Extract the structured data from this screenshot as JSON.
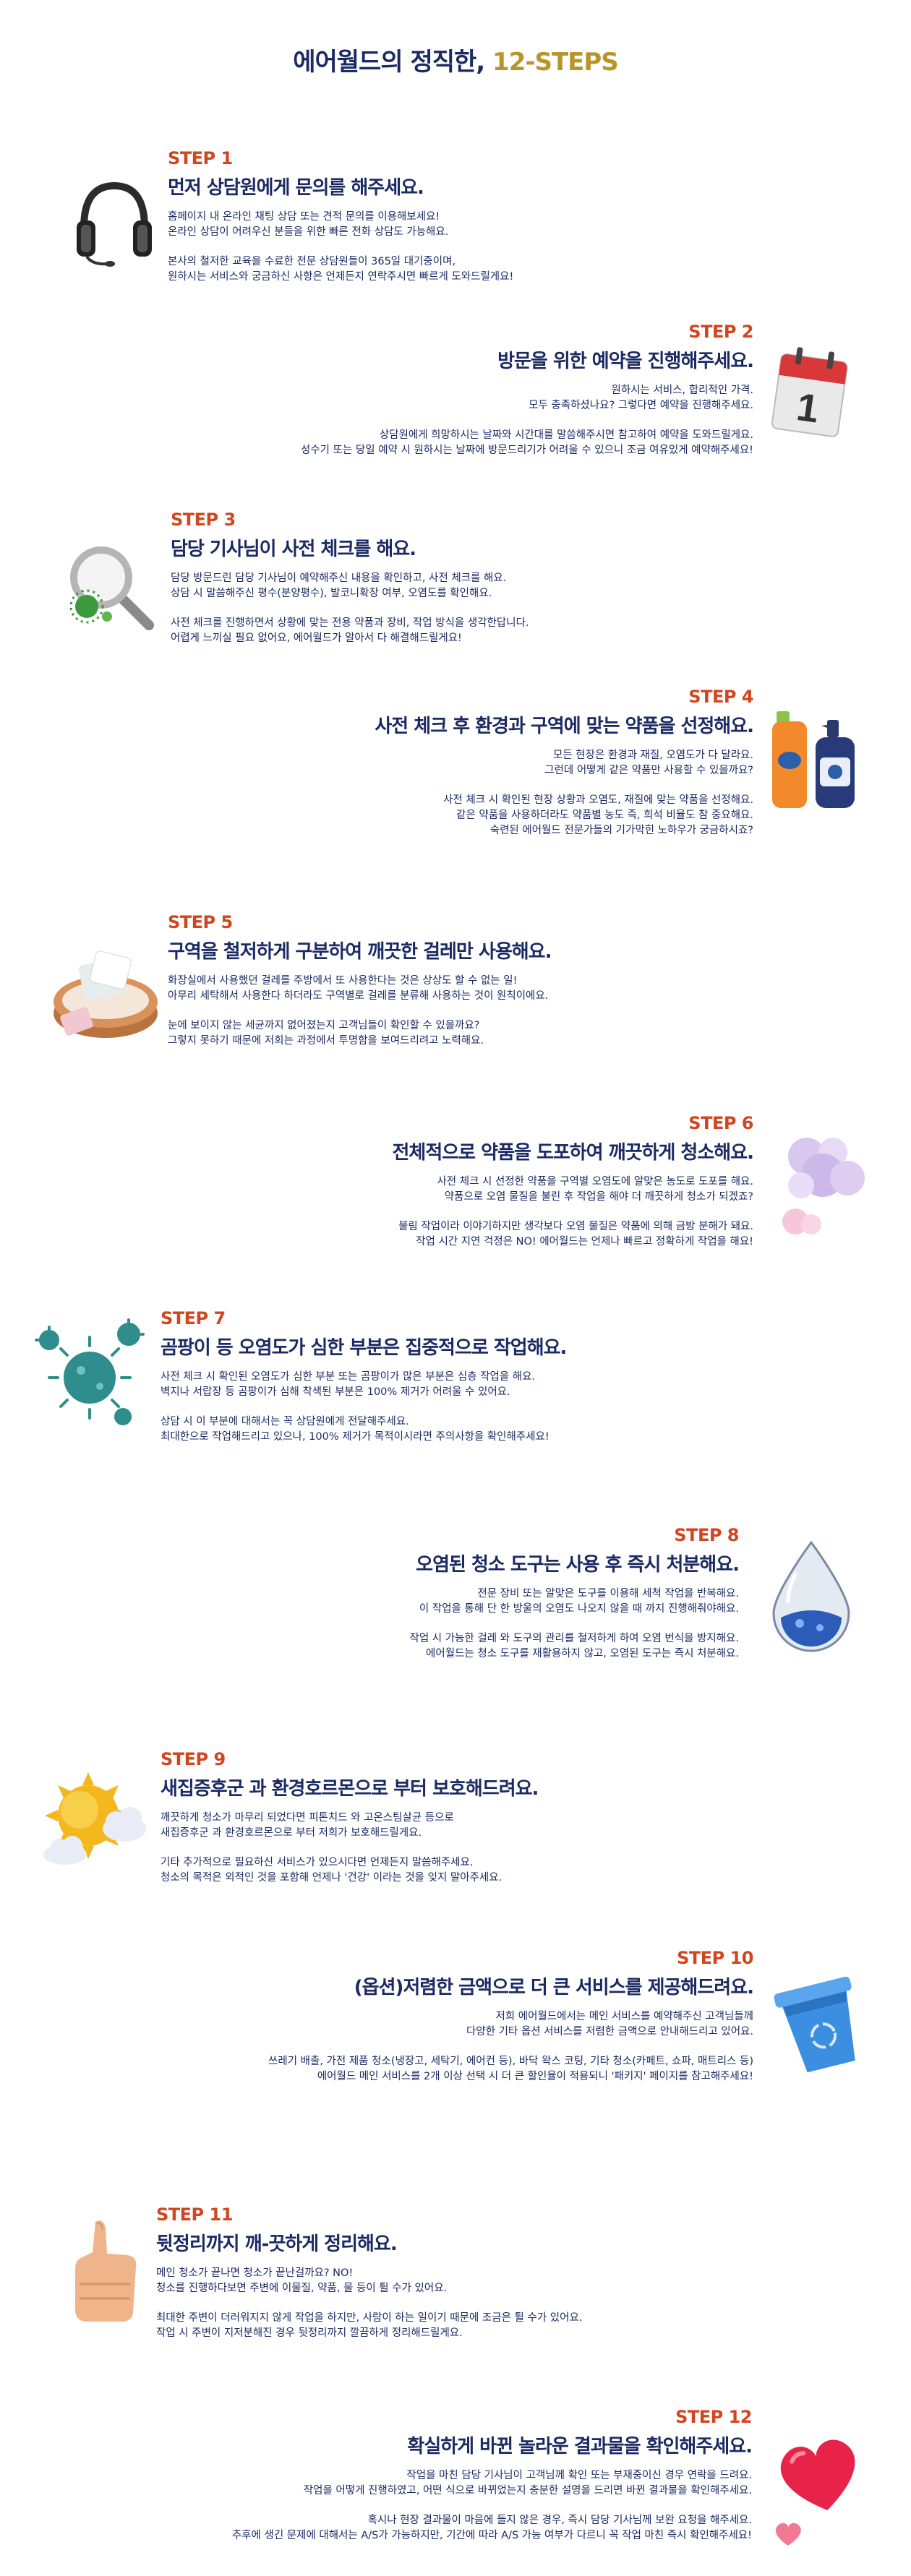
{
  "title": {
    "prefix": "에어월드의 정직한, ",
    "accent": "12-STEPS"
  },
  "steps": [
    {
      "label": "STEP 1",
      "heading": "먼저 상담원에게 문의를 해주세요.",
      "icon": "headset-icon",
      "paras": [
        [
          "홈페이지 내 온라인 채팅 상담 또는 견적 문의를 이용해보세요!",
          "온라인 상담이 어려우신 분들을 위한 빠른 전화 상담도 가능해요."
        ],
        [
          "본사의 철저한 교육을 수료한 전문 상담원들이 365일 대기중이며,",
          "원하시는 서비스와 궁금하신 사항은 언제든지 연락주시면 빠르게 도와드릴게요!"
        ]
      ]
    },
    {
      "label": "STEP 2",
      "heading": "방문을 위한 예약을 진행해주세요.",
      "icon": "calendar-icon",
      "paras": [
        [
          "원하시는 서비스, 합리적인 가격.",
          "모두 충족하셨나요? 그렇다면 예약을 진행해주세요."
        ],
        [
          "상담원에게 희망하시는 날짜와 시간대를 말씀해주시면 참고하여 예약을 도와드릴게요.",
          "성수기 또는 당일 예약 시 원하시는 날짜에 방문드리기가 어려울 수 있으니 조금 여유있게 예약해주세요!"
        ]
      ]
    },
    {
      "label": "STEP 3",
      "heading": "담당 기사님이 사전 체크를 해요.",
      "icon": "magnifier-icon",
      "paras": [
        [
          "담당 방문드린 담당 기사님이 예약해주신 내용을 확인하고, 사전 체크를 해요.",
          "상담 시 말씀해주신 평수(분양평수), 발코니확장 여부, 오염도를 확인해요."
        ],
        [
          "사전 체크를 진행하면서 상황에 맞는 전용 약품과 장비, 작업 방식을 생각한답니다.",
          "어렵게 느끼실 필요 없어요, 에어월드가 알아서 다 해결해드릴게요!"
        ]
      ]
    },
    {
      "label": "STEP 4",
      "heading": "사전 체크 후 환경과 구역에 맞는 약품을 선정해요.",
      "icon": "detergent-bottles-icon",
      "paras": [
        [
          "모든 현장은 환경과 재질, 오염도가 다 달라요.",
          "그런데 어떻게 같은 약품만 사용할 수 있을까요?"
        ],
        [
          "사전 체크 시 확인된 현장 상황과 오염도, 재질에 맞는 약품을 선정해요.",
          "같은 약품을 사용하더라도 약품별 농도 즉, 희석 비율도 참 중요해요.",
          "숙련된 에어월드 전문가들의 기가막힌 노하우가 궁금하시죠?"
        ]
      ]
    },
    {
      "label": "STEP 5",
      "heading": "구역을 철저하게 구분하여 깨끗한 걸레만 사용해요.",
      "icon": "cloth-basket-icon",
      "paras": [
        [
          "화장실에서 사용했던 걸레를 주방에서 또 사용한다는 것은 상상도 할 수 없는 일!",
          "아무리 세탁해서 사용한다 하더라도 구역별로 걸레를 분류해 사용하는 것이 원칙이에요."
        ],
        [
          "눈에 보이지 않는 세균까지 없어졌는지 고객님들이 확인할 수 있을까요?",
          "그렇지 못하기 때문에 저희는 과정에서 투명함을 보여드리려고 노력해요."
        ]
      ]
    },
    {
      "label": "STEP 6",
      "heading": "전체적으로 약품을 도포하여 깨끗하게 청소해요.",
      "icon": "foam-bubbles-icon",
      "paras": [
        [
          "사전 체크 시 선정한 약품을 구역별 오염도에 알맞은 농도로 도포를 해요.",
          "약품으로 오염 물질을 불린 후 작업을 해야 더 깨끗하게 청소가 되겠죠?"
        ],
        [
          "불림 작업이라 이야기하지만 생각보다 오염 물질은 약품에 의해 금방 분해가 돼요.",
          "작업 시간 지연 걱정은 NO! 에어월드는 언제나 빠르고 정확하게 작업을 해요!"
        ]
      ]
    },
    {
      "label": "STEP 7",
      "heading": "곰팡이 등 오염도가 심한 부분은 집중적으로 작업해요.",
      "icon": "virus-icon",
      "paras": [
        [
          "사전 체크 시 확인된 오염도가 심한 부분 또는 곰팡이가 많은 부분은 심층 작업을 해요.",
          "벽지나 서랍장 등 곰팡이가 심해 착색된 부분은 100% 제거가 어려울 수 있어요."
        ],
        [
          "상담 시 이 부분에 대해서는 꼭 상담원에게 전달해주세요.",
          "최대한으로 작업해드리고 있으나, 100% 제거가 목적이시라면 주의사항을 확인해주세요!"
        ]
      ]
    },
    {
      "label": "STEP 8",
      "heading": "오염된 청소 도구는 사용 후 즉시 처분해요.",
      "icon": "water-drop-icon",
      "paras": [
        [
          "전문 장비 또는 알맞은 도구를 이용해 세척 작업을 반복해요.",
          "이 작업을 통해 단 한 방울의 오염도 나오지 않을 때 까지 진행해줘야해요."
        ],
        [
          "작업 시 가능한 걸레 와 도구의 관리를 철저하게 하여 오염 번식을 방지해요.",
          "에어월드는 청소 도구를 재활용하지 않고, 오염된 도구는 즉시 처분해요."
        ]
      ]
    },
    {
      "label": "STEP 9",
      "heading": "새집증후군 과 환경호르몬으로 부터 보호해드려요.",
      "icon": "sun-cloud-icon",
      "paras": [
        [
          "깨끗하게 청소가 마무리 되었다면 피톤치드 와 고온스팀살균 등으로",
          "새집증후군 과 환경호르몬으로 부터 저희가 보호해드릴게요."
        ],
        [
          "기타 추가적으로 필요하신 서비스가 있으시다면 언제든지 말씀해주세요.",
          "청소의 목적은 외적인 것을 포함해 언제나 '건강' 이라는 것을 잊지 말아주세요."
        ]
      ]
    },
    {
      "label": "STEP 10",
      "heading": "(옵션)저렴한 금액으로 더 큰 서비스를 제공해드려요.",
      "icon": "recycle-bin-icon",
      "paras": [
        [
          "저희 에어월드에서는 메인 서비스를 예약해주신 고객님들께",
          "다양한 기타 옵션 서비스를 저렴한 금액으로 안내해드리고 있어요."
        ],
        [
          "쓰레기 배출, 가전 제품 청소(냉장고, 세탁기, 에어컨 등), 바닥 왁스 코팅, 기타 청소(카페트, 쇼파, 매트리스 등)",
          "에어월드 메인 서비스를 2개 이상 선택 시 더 큰 할인율이 적용되니 '패키지' 페이지를 참고해주세요!"
        ]
      ]
    },
    {
      "label": "STEP 11",
      "heading": "뒷정리까지 깨-끗하게 정리해요.",
      "icon": "thumbs-up-icon",
      "paras": [
        [
          "메인 청소가 끝나면 청소가 끝난걸까요? NO!",
          "청소를 진행하다보면 주변에 이물질, 약품, 물 등이 튈 수가 있어요."
        ],
        [
          "최대한 주변이 더러워지지 않게 작업을 하지만, 사람이 하는 일이기 때문에 조금은 튈 수가 있어요.",
          "작업 시 주변이 지저분해진 경우 뒷정리까지 깔끔하게 정리해드릴게요."
        ]
      ]
    },
    {
      "label": "STEP 12",
      "heading": "확실하게 바뀐 놀라운 결과물을 확인해주세요.",
      "icon": "heart-icon",
      "paras": [
        [
          "작업을 마친 담당 기사님이 고객님께 확인 또는 부재중이신 경우 연락을 드려요.",
          "작업을 어떻게 진행하였고, 어떤 식으로 바뀌었는지 충분한 설명을 드리면 바뀐 결과물을 확인해주세요."
        ],
        [
          "혹시나 현장 결과물이 마음에 들지 않은 경우, 즉시 담당 기사님께 보완 요청을 해주세요.",
          "추후에 생긴 문제에 대해서는 A/S가 가능하지만, 기간에 따라 A/S 가능 여부가 다르니 꼭 작업 마친 즉시 확인해주세요!"
        ]
      ]
    }
  ]
}
